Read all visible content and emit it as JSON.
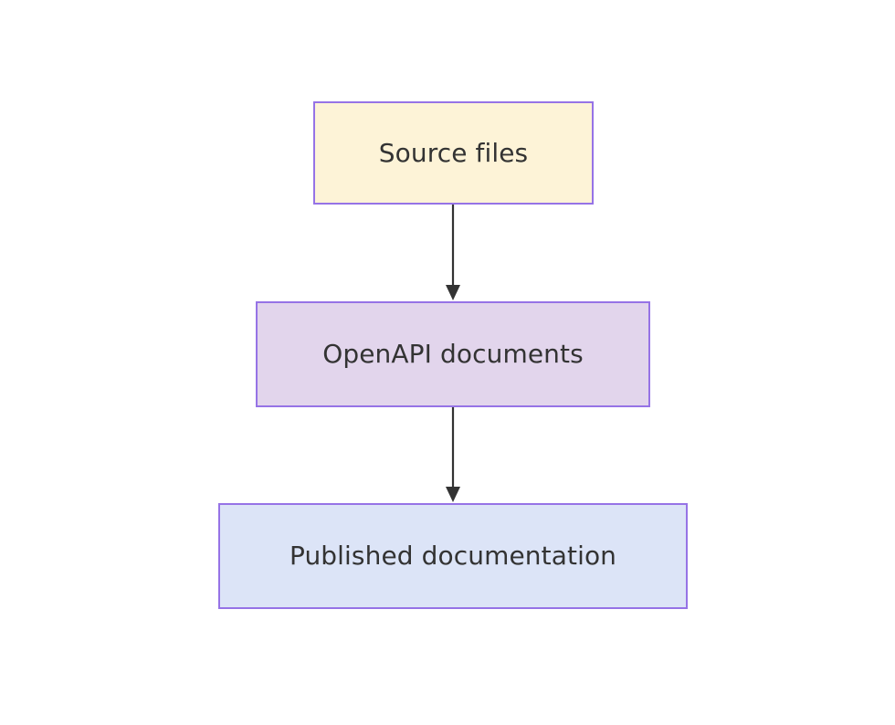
{
  "diagram": {
    "type": "flowchart",
    "direction": "top-to-bottom",
    "background_color": "#ffffff",
    "nodes": [
      {
        "id": "source-files",
        "label": "Source files",
        "shape": "rectangle",
        "fill_color": "#fdf3d7",
        "border_color": "#9673e6",
        "text_color": "#333333"
      },
      {
        "id": "openapi-documents",
        "label": "OpenAPI documents",
        "shape": "rectangle",
        "fill_color": "#e2d5ec",
        "border_color": "#9673e6",
        "text_color": "#333333"
      },
      {
        "id": "published-documentation",
        "label": "Published documentation",
        "shape": "rectangle",
        "fill_color": "#dce4f7",
        "border_color": "#9673e6",
        "text_color": "#333333"
      }
    ],
    "edges": [
      {
        "id": "edge-source-files-to-openapi-documents",
        "from": "source-files",
        "to": "openapi-documents",
        "label": "",
        "arrowhead": "triangle",
        "stroke_color": "#333333"
      },
      {
        "id": "edge-openapi-documents-to-published-documentation",
        "from": "openapi-documents",
        "to": "published-documentation",
        "label": "",
        "arrowhead": "triangle",
        "stroke_color": "#333333"
      }
    ]
  }
}
